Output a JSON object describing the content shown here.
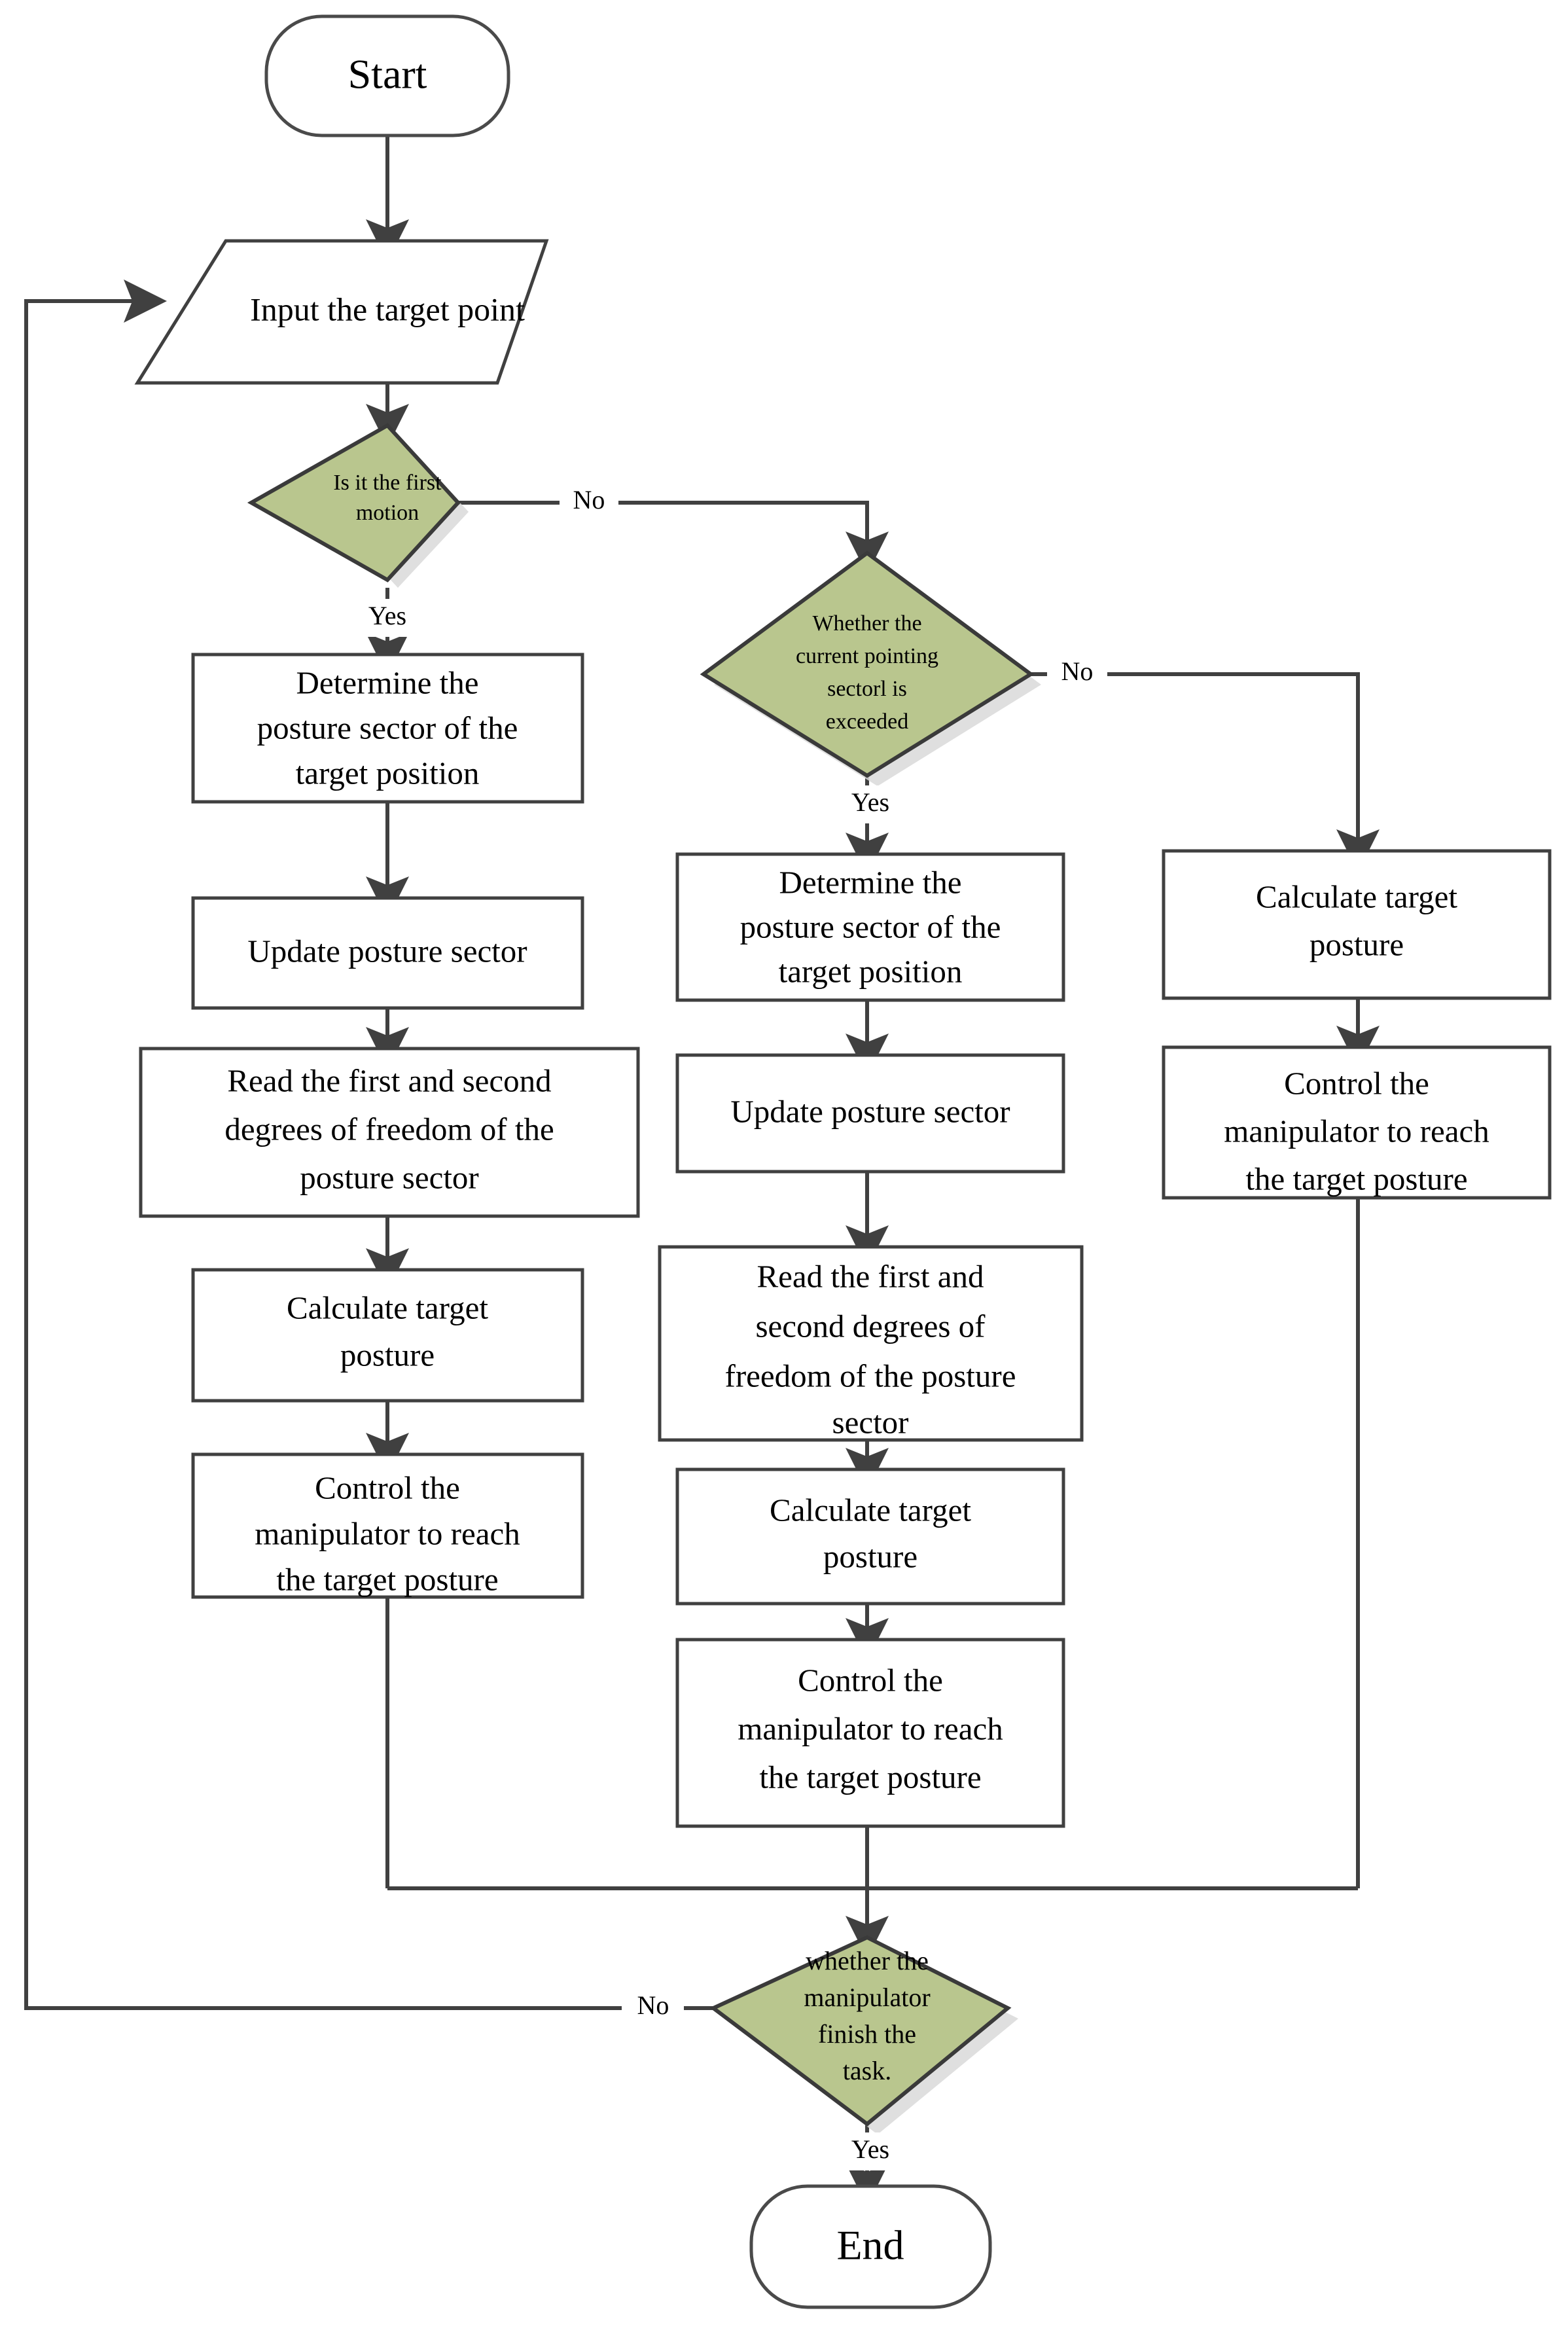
{
  "diagram": {
    "title": "Manipulator posture control flowchart",
    "colors": {
      "decision_fill": "#b9c68e",
      "node_stroke": "#404040",
      "node_fill": "#ffffff",
      "line": "#404040",
      "shadow": "#d9d9d9",
      "text": "#000000",
      "background": "#ffffff"
    }
  },
  "nodes": {
    "start": {
      "type": "terminal",
      "label": "Start"
    },
    "input_target": {
      "type": "input",
      "label": "Input the target point"
    },
    "decision_first_motion": {
      "type": "decision",
      "lines": [
        "Is it the first",
        "motion"
      ]
    },
    "decision_sector_exceeded": {
      "type": "decision",
      "lines": [
        "Whether the",
        "current pointing",
        "sectorl is",
        "exceeded"
      ]
    },
    "decision_task_finished": {
      "type": "decision",
      "lines": [
        "whether the",
        "manipulator",
        "finish the",
        "task."
      ]
    },
    "left_determine_sector": {
      "type": "process",
      "lines": [
        "Determine the",
        "posture sector of the",
        "target position"
      ]
    },
    "left_update_sector": {
      "type": "process",
      "lines": [
        "Update posture sector"
      ]
    },
    "left_read_dof": {
      "type": "process",
      "lines": [
        "Read the first and second",
        "degrees of freedom of the",
        "posture sector"
      ]
    },
    "left_calculate_posture": {
      "type": "process",
      "lines": [
        "Calculate target",
        "posture"
      ]
    },
    "left_control_manipulator": {
      "type": "process",
      "lines": [
        "Control the",
        "manipulator to reach",
        "the target posture"
      ]
    },
    "mid_determine_sector": {
      "type": "process",
      "lines": [
        "Determine the",
        "posture sector of the",
        "target position"
      ]
    },
    "mid_update_sector": {
      "type": "process",
      "lines": [
        "Update posture sector"
      ]
    },
    "mid_read_dof": {
      "type": "process",
      "lines": [
        "Read the first and",
        "second degrees of",
        "freedom of the posture",
        "sector"
      ]
    },
    "mid_calculate_posture": {
      "type": "process",
      "lines": [
        "Calculate target",
        "posture"
      ]
    },
    "mid_control_manipulator": {
      "type": "process",
      "lines": [
        "Control the",
        "manipulator to reach",
        "the target posture"
      ]
    },
    "right_calculate_posture": {
      "type": "process",
      "lines": [
        "Calculate target",
        "posture"
      ]
    },
    "right_control_manipulator": {
      "type": "process",
      "lines": [
        "Control the",
        "manipulator to reach",
        "the target posture"
      ]
    },
    "end": {
      "type": "terminal",
      "label": "End"
    }
  },
  "edge_labels": {
    "first_motion_yes": "Yes",
    "first_motion_no": "No",
    "sector_exceeded_yes": "Yes",
    "sector_exceeded_no": "No",
    "task_finished_yes": "Yes",
    "task_finished_no": "No"
  }
}
